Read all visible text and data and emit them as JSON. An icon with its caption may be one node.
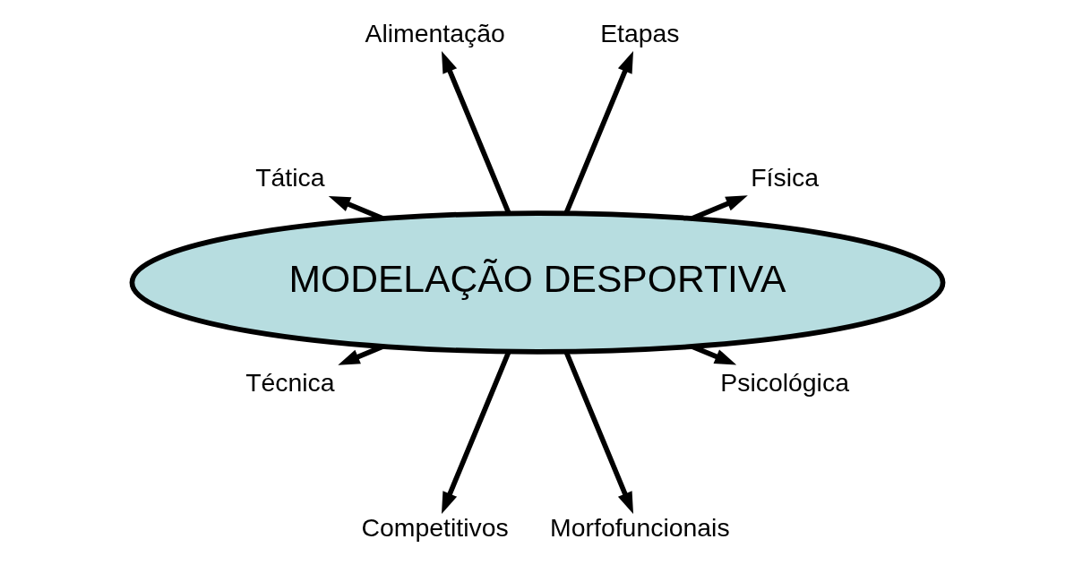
{
  "diagram": {
    "nodes": [
      {
        "text": [
          "MODELAÇÃO DESPORTIVA"
        ]
      },
      {
        "text": [
          "Física"
        ]
      },
      {
        "text": [
          "Etapas"
        ]
      },
      {
        "text": [
          "Alimentação"
        ]
      },
      {
        "text": [
          "Tática"
        ]
      },
      {
        "text": [
          "Técnica"
        ]
      },
      {
        "text": [
          "Competitivos"
        ]
      },
      {
        "text": [
          "Morfofuncionais"
        ]
      },
      {
        "text": [
          "Psicológica"
        ]
      }
    ],
    "edges": [
      {
        "from": 0,
        "to": 1,
        "arrow": "to"
      },
      {
        "from": 0,
        "to": 2,
        "arrow": "to"
      },
      {
        "from": 0,
        "to": 3,
        "arrow": "to"
      },
      {
        "from": 0,
        "to": 4,
        "arrow": "to"
      },
      {
        "from": 0,
        "to": 5,
        "arrow": "to"
      },
      {
        "from": 0,
        "to": 6,
        "arrow": "to"
      },
      {
        "from": 0,
        "to": 7,
        "arrow": "to"
      },
      {
        "from": 0,
        "to": 8,
        "arrow": "to"
      }
    ]
  }
}
